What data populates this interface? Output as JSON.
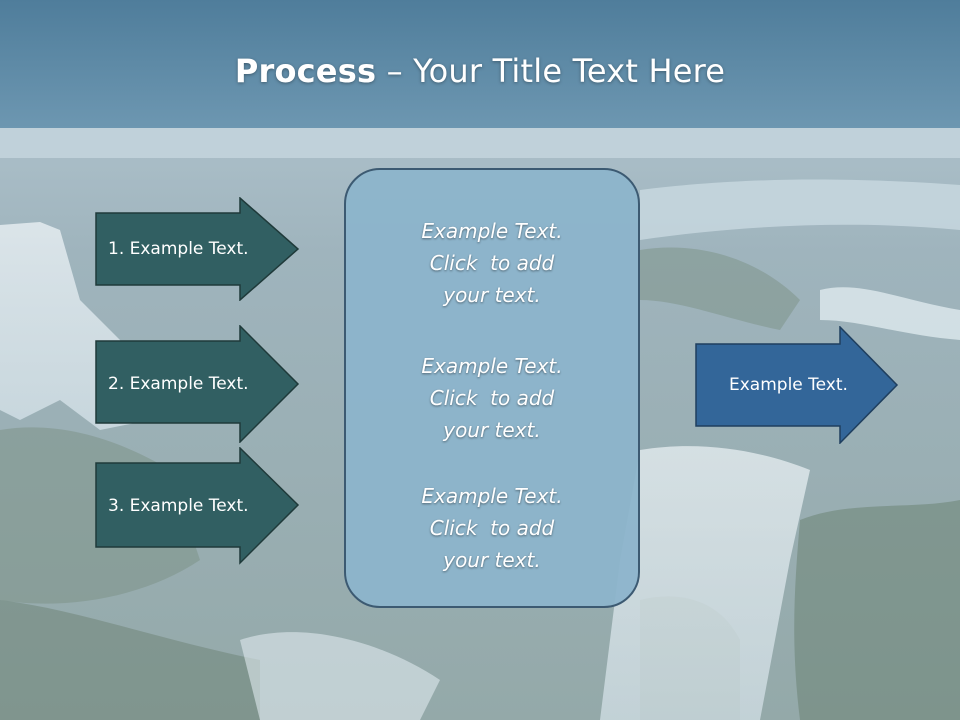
{
  "slide": {
    "title_bold": "Process",
    "title_rest": " – Your Title Text Here"
  },
  "left_arrows": [
    {
      "label": "1. Example Text."
    },
    {
      "label": "2. Example Text."
    },
    {
      "label": "3. Example Text."
    }
  ],
  "center_box": {
    "paragraphs": [
      {
        "lines": [
          "Example Text.",
          "Click  to add",
          "your text."
        ]
      },
      {
        "lines": [
          "Example Text.",
          "Click  to add",
          "your text."
        ]
      },
      {
        "lines": [
          "Example Text.",
          "Click  to add",
          "your text."
        ]
      }
    ]
  },
  "right_arrow": {
    "label": "Example Text."
  },
  "colors": {
    "left_arrow_fill": "#315f62",
    "right_arrow_fill": "#336699",
    "center_box_fill": "#8cb4cb",
    "header_band": "#5a88a6"
  }
}
